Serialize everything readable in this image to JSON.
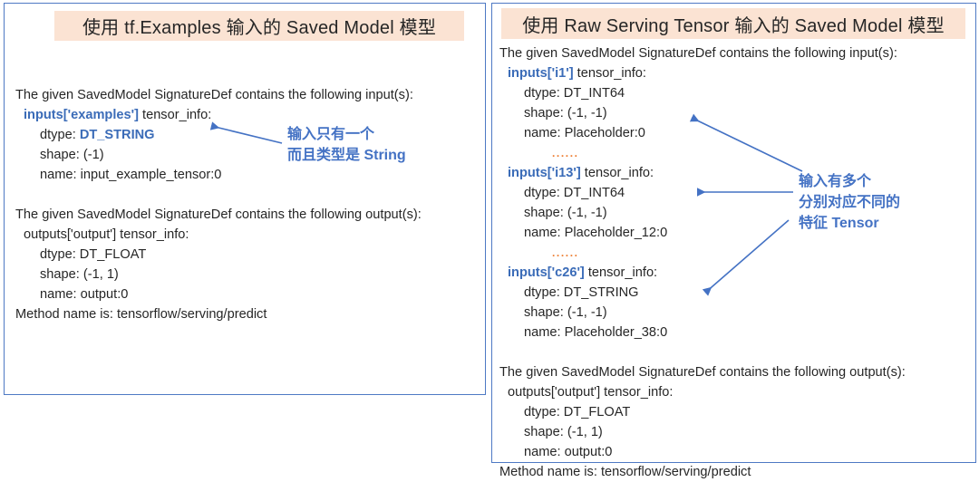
{
  "left_panel": {
    "title": "使用 tf.Examples 输入的 Saved Model 模型",
    "lines": [
      {
        "text": "The given SavedModel SignatureDef contains the following input(s):",
        "indent": 0,
        "style": "plain"
      },
      {
        "text": "inputs['examples'] tensor_info:",
        "indent": 1,
        "style": "key-blue"
      },
      {
        "text": "dtype: DT_STRING",
        "indent": 2,
        "style": "value-blue"
      },
      {
        "text": "shape: (-1)",
        "indent": 2,
        "style": "plain"
      },
      {
        "text": "name: input_example_tensor:0",
        "indent": 2,
        "style": "plain"
      },
      {
        "text": "",
        "indent": 0,
        "style": "blank"
      },
      {
        "text": "The given SavedModel SignatureDef contains the following output(s):",
        "indent": 0,
        "style": "plain"
      },
      {
        "text": "outputs['output'] tensor_info:",
        "indent": 1,
        "style": "plain"
      },
      {
        "text": "dtype: DT_FLOAT",
        "indent": 2,
        "style": "plain"
      },
      {
        "text": "shape: (-1, 1)",
        "indent": 2,
        "style": "plain"
      },
      {
        "text": "name: output:0",
        "indent": 2,
        "style": "plain"
      },
      {
        "text": "Method name is: tensorflow/serving/predict",
        "indent": 0,
        "style": "plain"
      }
    ],
    "annotation": "输入只有一个\n而且类型是 String"
  },
  "right_panel": {
    "title": "使用 Raw Serving Tensor  输入的 Saved Model 模型",
    "lines": [
      {
        "text": "The given SavedModel SignatureDef contains the following input(s):",
        "indent": 0,
        "style": "plain"
      },
      {
        "text": "inputs['i1'] tensor_info:",
        "indent": 1,
        "style": "key-blue"
      },
      {
        "text": "dtype: DT_INT64",
        "indent": 2,
        "style": "plain"
      },
      {
        "text": "shape: (-1, -1)",
        "indent": 2,
        "style": "plain"
      },
      {
        "text": "name: Placeholder:0",
        "indent": 2,
        "style": "plain"
      },
      {
        "text": "......",
        "indent": 3,
        "style": "dots"
      },
      {
        "text": "inputs['i13'] tensor_info:",
        "indent": 1,
        "style": "key-blue"
      },
      {
        "text": "dtype: DT_INT64",
        "indent": 2,
        "style": "plain"
      },
      {
        "text": "shape: (-1, -1)",
        "indent": 2,
        "style": "plain"
      },
      {
        "text": "name: Placeholder_12:0",
        "indent": 2,
        "style": "plain"
      },
      {
        "text": "......",
        "indent": 3,
        "style": "dots"
      },
      {
        "text": "inputs['c26'] tensor_info:",
        "indent": 1,
        "style": "key-blue"
      },
      {
        "text": "dtype: DT_STRING",
        "indent": 2,
        "style": "plain"
      },
      {
        "text": "shape: (-1, -1)",
        "indent": 2,
        "style": "plain"
      },
      {
        "text": "name: Placeholder_38:0",
        "indent": 2,
        "style": "plain"
      },
      {
        "text": "",
        "indent": 0,
        "style": "blank"
      },
      {
        "text": "The given SavedModel SignatureDef contains the following output(s):",
        "indent": 0,
        "style": "plain"
      },
      {
        "text": "outputs['output'] tensor_info:",
        "indent": 1,
        "style": "plain"
      },
      {
        "text": "dtype: DT_FLOAT",
        "indent": 2,
        "style": "plain"
      },
      {
        "text": "shape: (-1, 1)",
        "indent": 2,
        "style": "plain"
      },
      {
        "text": "name: output:0",
        "indent": 2,
        "style": "plain"
      },
      {
        "text": "Method name is: tensorflow/serving/predict",
        "indent": 0,
        "style": "plain"
      }
    ],
    "annotation": "输入有多个\n分别对应不同的\n特征 Tensor"
  },
  "colors": {
    "panel_border": "#4E79C4",
    "title_background": "#FBE3D3",
    "accent_blue": "#4472C4",
    "keyword_blue": "#3B6CB8",
    "ellipsis_orange": "#ED7D31",
    "body_text": "#262626"
  }
}
